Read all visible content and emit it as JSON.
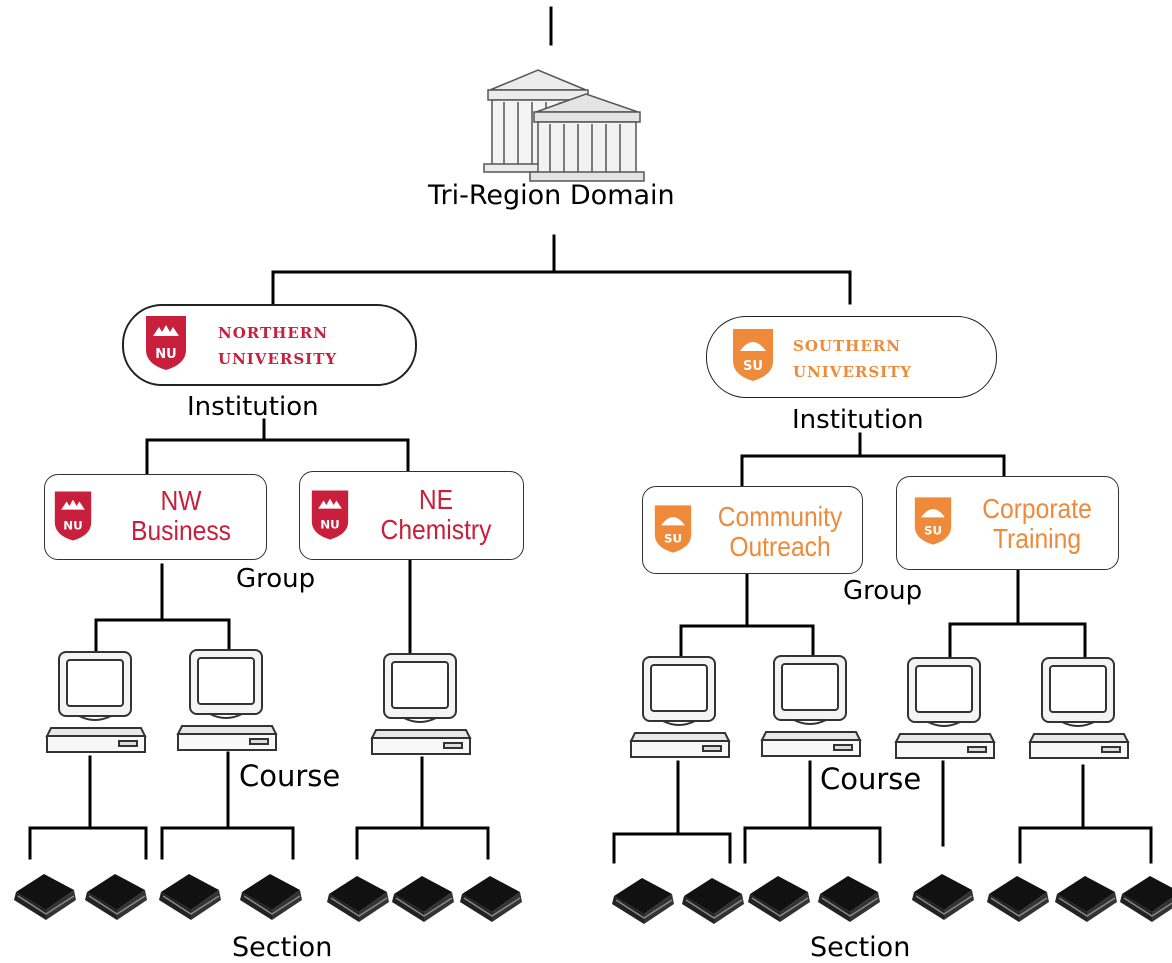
{
  "root": {
    "label": "Tri-Region Domain"
  },
  "level_labels": {
    "institution_left": "Institution",
    "institution_right": "Institution",
    "group_left": "Group",
    "group_right": "Group",
    "course_left": "Course",
    "course_right": "Course",
    "section_left": "Section",
    "section_right": "Section"
  },
  "institutions": [
    {
      "name_line1": "Northern",
      "name_line2": "University",
      "logo": "NU",
      "color": "#c8203c"
    },
    {
      "name_line1": "Southern",
      "name_line2": "University",
      "logo": "SU",
      "color": "#ee8a3a"
    }
  ],
  "groups": [
    {
      "line1": "NW",
      "line2": "Business",
      "logo": "NU",
      "color": "#c8203c"
    },
    {
      "line1": "NE",
      "line2": "Chemistry",
      "logo": "NU",
      "color": "#c8203c"
    },
    {
      "line1": "Community",
      "line2": "Outreach",
      "logo": "SU",
      "color": "#ee8a3a"
    },
    {
      "line1": "Corporate",
      "line2": "Training",
      "logo": "SU",
      "color": "#ee8a3a"
    }
  ],
  "icons": {
    "root": "building-icon",
    "course": "computer-icon",
    "section": "book-icon"
  }
}
